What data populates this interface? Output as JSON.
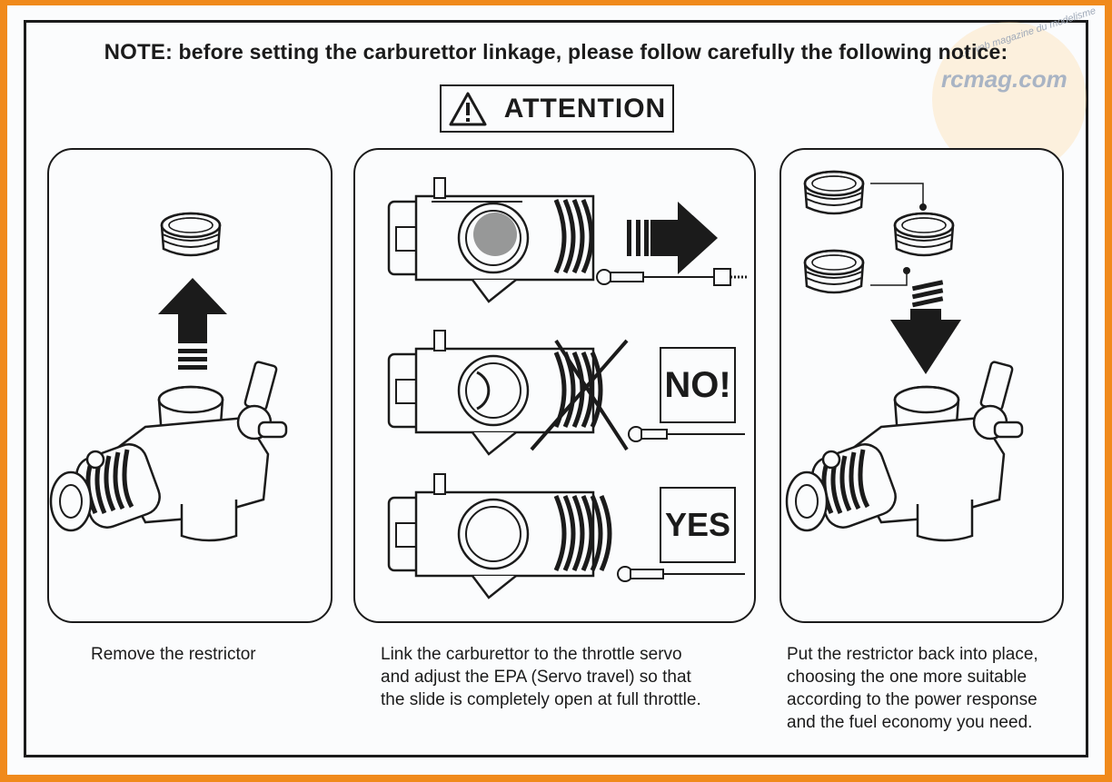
{
  "note": {
    "label": "NOTE",
    "text": ": before setting the carburettor linkage, please follow carefully the following notice:"
  },
  "attention": {
    "label": "ATTENTION",
    "icon": "warning-triangle-icon"
  },
  "panels": {
    "left": {
      "caption": [
        "Remove the restrictor"
      ]
    },
    "middle": {
      "caption": [
        "Link the carburettor to the throttle servo",
        "and adjust the EPA (Servo travel) so that",
        "the slide is completely open at full throttle."
      ],
      "no_label": "NO!",
      "yes_label": "YES"
    },
    "right": {
      "caption": [
        "Put the restrictor back into place,",
        "choosing the one more suitable",
        "according to the power response",
        "and the fuel economy you need."
      ]
    }
  },
  "watermark": {
    "text": "rcmag.com",
    "tagline": "Le web magazine du modelisme"
  },
  "colors": {
    "border": "#f08a1c",
    "ink": "#1b1b1b",
    "paper": "#fbfcfd"
  }
}
